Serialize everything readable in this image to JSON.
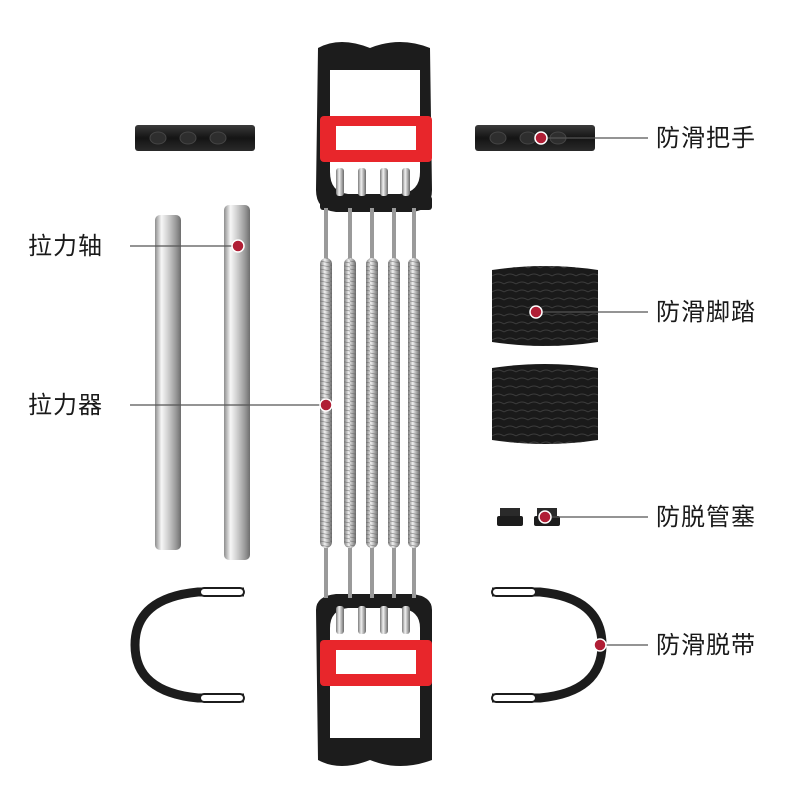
{
  "labels": {
    "anti_slip_handle": "防滑把手",
    "pull_shaft": "拉力轴",
    "anti_slip_pedal": "防滑脚踏",
    "expander": "拉力器",
    "anti_drop_plug": "防脱管塞",
    "anti_slip_strap": "防滑脱带"
  },
  "colors": {
    "accent_red": "#e8262b",
    "dot_red": "#b01e35",
    "handle_black": "#1c1c1c",
    "metal_light": "#f2f2f2",
    "metal_dark": "#8a8a8a",
    "leader_line": "#555555"
  }
}
